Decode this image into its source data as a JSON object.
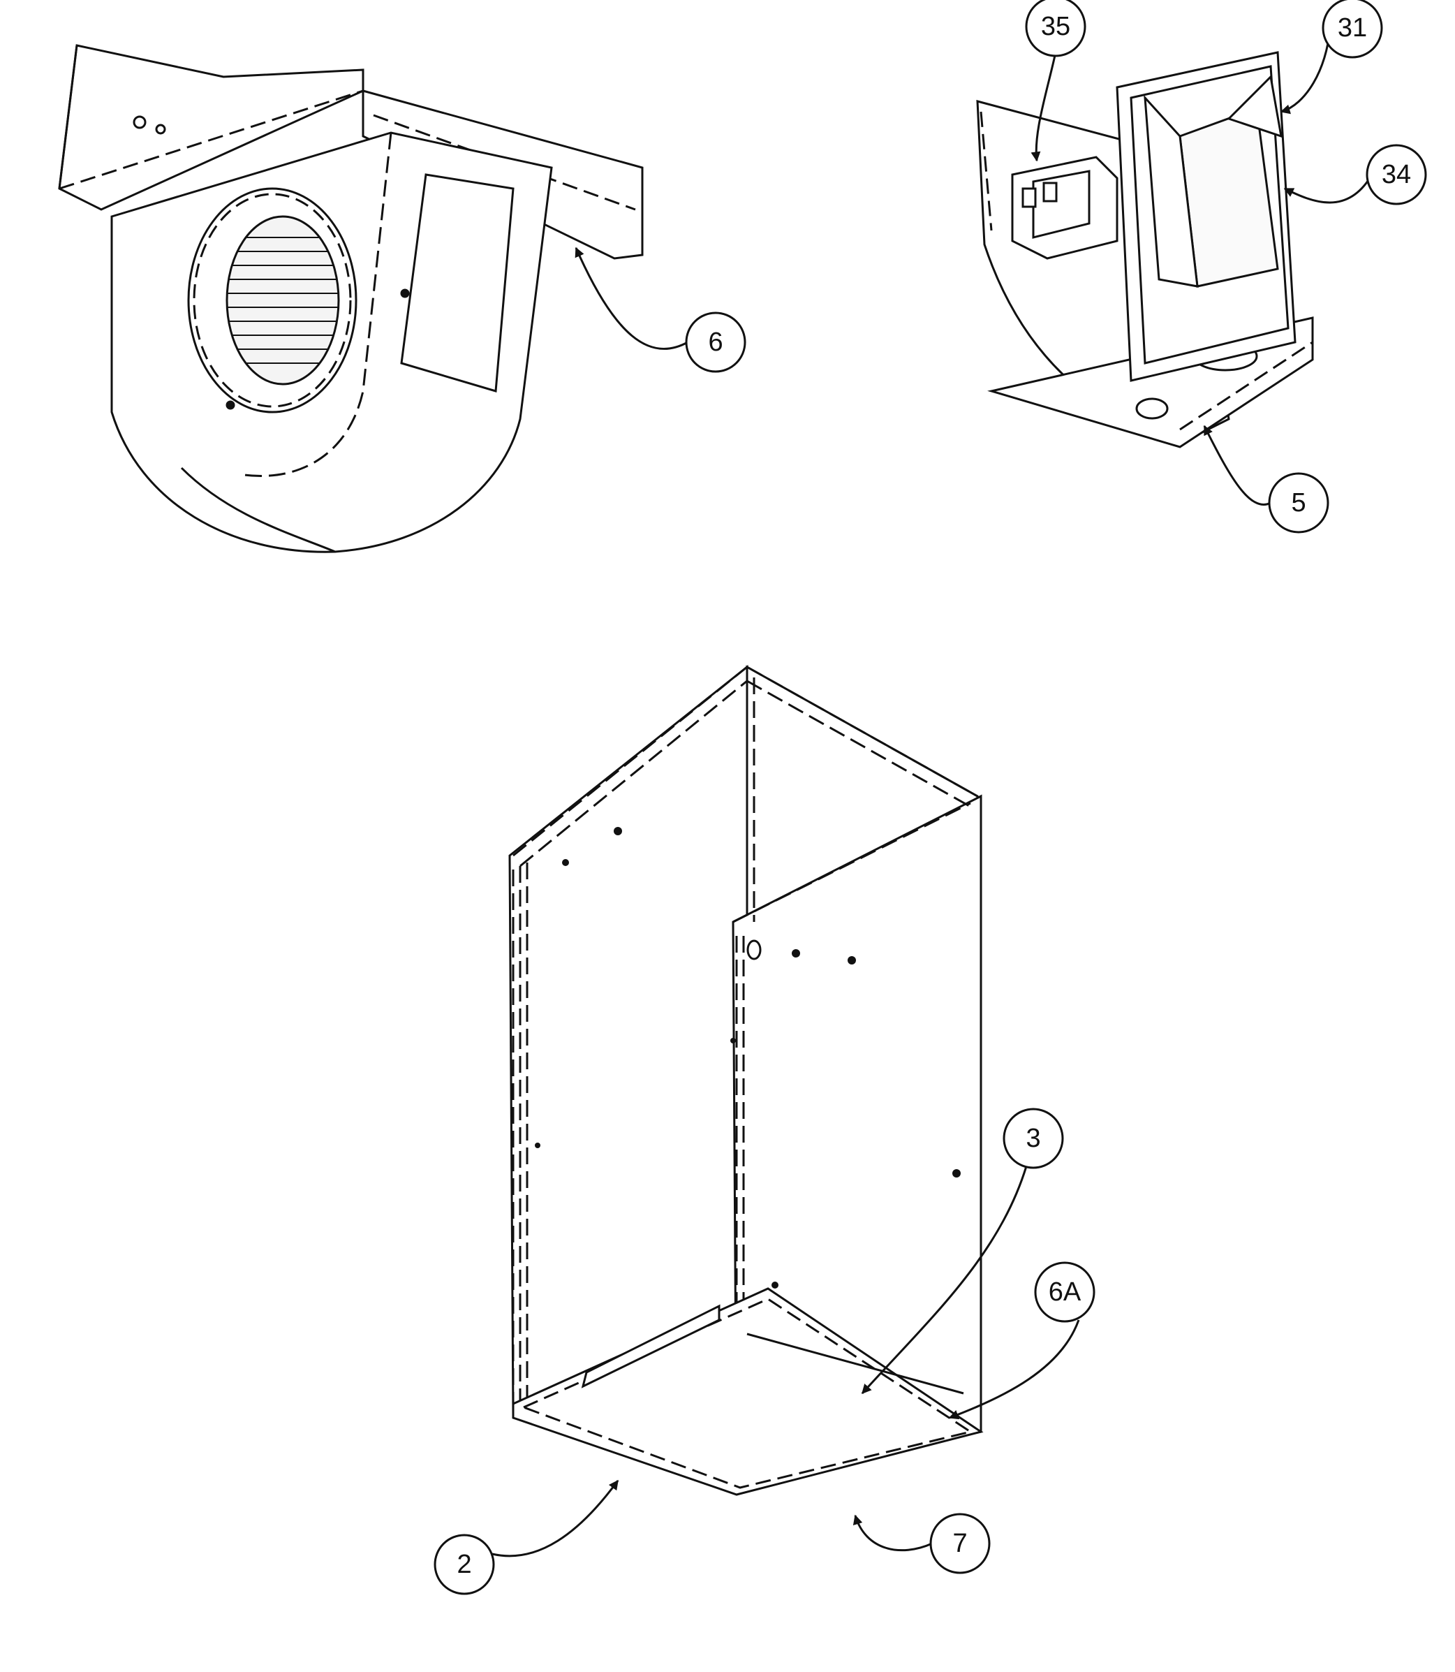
{
  "diagram": {
    "callouts": [
      {
        "id": "c35",
        "label": "35"
      },
      {
        "id": "c31",
        "label": "31"
      },
      {
        "id": "c34",
        "label": "34"
      },
      {
        "id": "c6",
        "label": "6"
      },
      {
        "id": "c5",
        "label": "5"
      },
      {
        "id": "c3",
        "label": "3"
      },
      {
        "id": "c6A",
        "label": "6A"
      },
      {
        "id": "c2",
        "label": "2"
      },
      {
        "id": "c7",
        "label": "7"
      }
    ]
  },
  "colors": {
    "line": "#111111",
    "background": "#ffffff",
    "panel": "#ffffff"
  }
}
